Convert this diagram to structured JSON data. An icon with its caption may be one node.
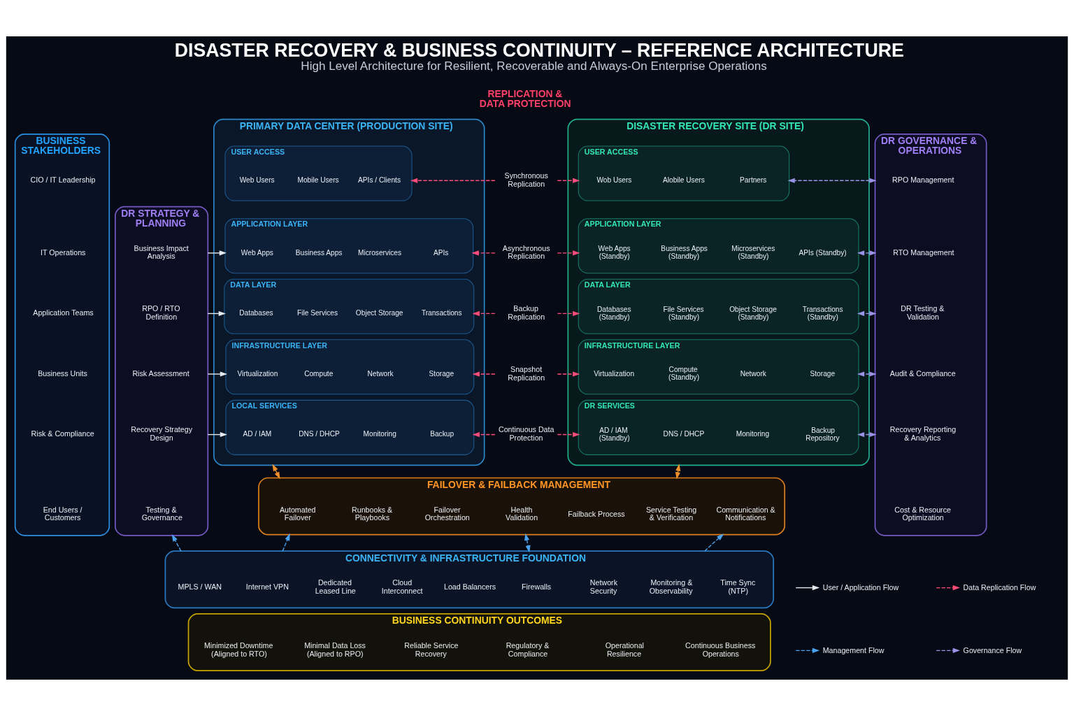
{
  "diagram": {
    "title": "DISASTER RECOVERY & BUSINESS CONTINUITY – REFERENCE ARCHITECTURE",
    "caption": "High Level Architecture for Resilient, Recoverable and Always-On Enterprise Operations",
    "nodes": [
      {
        "text": [
          "BUSINESS STAKEHOLDERS"
        ]
      },
      {
        "text": [
          "CIO / IT Leadership"
        ],
        "in": 0
      },
      {
        "text": [
          "IT Operations"
        ],
        "in": 0
      },
      {
        "text": [
          "Application Teams"
        ],
        "in": 0
      },
      {
        "text": [
          "Business Units"
        ],
        "in": 0
      },
      {
        "text": [
          "Risk & Compliance"
        ],
        "in": 0
      },
      {
        "text": [
          "End Users / Customers"
        ],
        "in": 0
      },
      {
        "text": [
          "DR STRATEGY & PLANNING"
        ]
      },
      {
        "text": [
          "Business Impact Analysis"
        ],
        "in": 7
      },
      {
        "text": [
          "RPO / RTO Definition"
        ],
        "in": 7
      },
      {
        "text": [
          "Risk Assessment"
        ],
        "in": 7
      },
      {
        "text": [
          "Recovery Strategy Design"
        ],
        "in": 7
      },
      {
        "text": [
          "Testing & Governance"
        ],
        "in": 7
      },
      {
        "text": [
          "PRIMARY DATA CENTER (PRODUCTION SITE)"
        ]
      },
      {
        "text": [
          "USER ACCESS"
        ],
        "in": 13
      },
      {
        "text": [
          "Web Users"
        ],
        "in": 14
      },
      {
        "text": [
          "Mobile Users"
        ],
        "in": 14
      },
      {
        "text": [
          "APIs / Clients"
        ],
        "in": 14
      },
      {
        "text": [
          "APPLICATION LAYER"
        ],
        "in": 13
      },
      {
        "text": [
          "Web Apps"
        ],
        "in": 18
      },
      {
        "text": [
          "Business Apps"
        ],
        "in": 18
      },
      {
        "text": [
          "Microservices"
        ],
        "in": 18
      },
      {
        "text": [
          "APIs"
        ],
        "in": 18
      },
      {
        "text": [
          "DATA LAYER"
        ],
        "in": 13
      },
      {
        "text": [
          "Databases"
        ],
        "in": 23
      },
      {
        "text": [
          "File Services"
        ],
        "in": 23
      },
      {
        "text": [
          "Object Storage"
        ],
        "in": 23
      },
      {
        "text": [
          "Transactions"
        ],
        "in": 23
      },
      {
        "text": [
          "INFRASTRUCTURE LAYER"
        ],
        "in": 13
      },
      {
        "text": [
          "Virtualization"
        ],
        "in": 28
      },
      {
        "text": [
          "Compute"
        ],
        "in": 28
      },
      {
        "text": [
          "Network"
        ],
        "in": 28
      },
      {
        "text": [
          "Storage"
        ],
        "in": 28
      },
      {
        "text": [
          "LOCAL SERVICES"
        ],
        "in": 13
      },
      {
        "text": [
          "AD / IAM"
        ],
        "in": 33
      },
      {
        "text": [
          "DNS / DHCP"
        ],
        "in": 33
      },
      {
        "text": [
          "Monitoring"
        ],
        "in": 33
      },
      {
        "text": [
          "Backup"
        ],
        "in": 33
      },
      {
        "text": [
          "Synchronous Replication"
        ]
      },
      {
        "text": [
          "Asynchronous Replication"
        ]
      },
      {
        "text": [
          "Backup Replication"
        ]
      },
      {
        "text": [
          "Snapshot Replication"
        ]
      },
      {
        "text": [
          "Continuous Data Protection"
        ]
      },
      {
        "text": [
          "DISASTER RECOVERY SITE (DR SITE)"
        ]
      },
      {
        "text": [
          "USER ACCESS"
        ],
        "in": 43
      },
      {
        "text": [
          "Wob Users"
        ],
        "in": 44
      },
      {
        "text": [
          "Alobile Users"
        ],
        "in": 44
      },
      {
        "text": [
          "Partners"
        ],
        "in": 44
      },
      {
        "text": [
          "APPLICATION LAYER"
        ],
        "in": 43
      },
      {
        "text": [
          "Web Apps (Standby)"
        ],
        "in": 48
      },
      {
        "text": [
          "Business Apps (Standby)"
        ],
        "in": 48
      },
      {
        "text": [
          "Microservices (Standby)"
        ],
        "in": 48
      },
      {
        "text": [
          "APIs (Standby)"
        ],
        "in": 48
      },
      {
        "text": [
          "DATA LAYER"
        ],
        "in": 43
      },
      {
        "text": [
          "Databases (Standby)"
        ],
        "in": 53
      },
      {
        "text": [
          "File Services (Standby)"
        ],
        "in": 53
      },
      {
        "text": [
          "Object Storage (Standby)"
        ],
        "in": 53
      },
      {
        "text": [
          "Transactions (Standby)"
        ],
        "in": 53
      },
      {
        "text": [
          "INFRASTRUCTURE LAYER"
        ],
        "in": 43
      },
      {
        "text": [
          "Virtualization"
        ],
        "in": 58
      },
      {
        "text": [
          "Compute (Standby)"
        ],
        "in": 58
      },
      {
        "text": [
          "Network"
        ],
        "in": 58
      },
      {
        "text": [
          "Storage"
        ],
        "in": 58
      },
      {
        "text": [
          "DR SERVICES"
        ],
        "in": 43
      },
      {
        "text": [
          "AD / IAM (Standby)"
        ],
        "in": 63
      },
      {
        "text": [
          "DNS / DHCP"
        ],
        "in": 63
      },
      {
        "text": [
          "Monitoring"
        ],
        "in": 63
      },
      {
        "text": [
          "Backup Repository"
        ],
        "in": 63
      },
      {
        "text": [
          "DR GOVERNANCE & OPERATIONS"
        ]
      },
      {
        "text": [
          "RPO Management"
        ],
        "in": 68
      },
      {
        "text": [
          "RTO Management"
        ],
        "in": 68
      },
      {
        "text": [
          "DR Testing & Validation"
        ],
        "in": 68
      },
      {
        "text": [
          "Audit & Compliance"
        ],
        "in": 68
      },
      {
        "text": [
          "Recovery Reporting & Analytics"
        ],
        "in": 68
      },
      {
        "text": [
          "Cost & Resource Optimization"
        ],
        "in": 68
      },
      {
        "text": [
          "FAILOVER & FAILBACK MANAGEMENT"
        ]
      },
      {
        "text": [
          "Automated Failover"
        ],
        "in": 75
      },
      {
        "text": [
          "Runbooks & Playbooks"
        ],
        "in": 75
      },
      {
        "text": [
          "Failover Orchestration"
        ],
        "in": 75
      },
      {
        "text": [
          "Health Validation"
        ],
        "in": 75
      },
      {
        "text": [
          "Failback Process"
        ],
        "in": 75
      },
      {
        "text": [
          "Service Testing & Verification"
        ],
        "in": 75
      },
      {
        "text": [
          "Communication & Notifications"
        ],
        "in": 75
      },
      {
        "text": [
          "CONNECTIVITY & INFRASTRUCTURE FOUNDATION"
        ]
      },
      {
        "text": [
          "MPLS / WAN"
        ],
        "in": 83
      },
      {
        "text": [
          "Internet VPN"
        ],
        "in": 83
      },
      {
        "text": [
          "Dedicated Leased Line"
        ],
        "in": 83
      },
      {
        "text": [
          "Cloud Interconnect"
        ],
        "in": 83
      },
      {
        "text": [
          "Load Balancers"
        ],
        "in": 83
      },
      {
        "text": [
          "Firewalls"
        ],
        "in": 83
      },
      {
        "text": [
          "Network Security"
        ],
        "in": 83
      },
      {
        "text": [
          "Monitoring & Observability"
        ],
        "in": 83
      },
      {
        "text": [
          "Time Sync (NTP)"
        ],
        "in": 83
      },
      {
        "text": [
          "BUSINESS CONTINUITY OUTCOMES"
        ]
      },
      {
        "text": [
          "Minimized Downtime (Aligned to RTO)"
        ],
        "in": 93
      },
      {
        "text": [
          "Minimal Data Loss (Aligned to RPO)"
        ],
        "in": 93
      },
      {
        "text": [
          "Reliable Service Recovery"
        ],
        "in": 93
      },
      {
        "text": [
          "Regulatory & Compliance"
        ],
        "in": 93
      },
      {
        "text": [
          "Operational Resilience"
        ],
        "in": 93
      },
      {
        "text": [
          "Continuous Business Operations"
        ],
        "in": 93
      }
    ],
    "edges": [
      {
        "from": 7,
        "to": 18,
        "arrow": "to",
        "color": "#e6e9ef"
      },
      {
        "from": 7,
        "to": 23,
        "arrow": "to",
        "color": "#e6e9ef"
      },
      {
        "from": 7,
        "to": 28,
        "arrow": "to",
        "color": "#e6e9ef"
      },
      {
        "from": 7,
        "to": 33,
        "arrow": "to",
        "color": "#e6e9ef"
      },
      {
        "from": 38,
        "to": 14,
        "arrow": "to",
        "style": "dashed"
      },
      {
        "from": 38,
        "to": 44,
        "arrow": "to",
        "style": "dashed"
      },
      {
        "from": 39,
        "to": 18,
        "arrow": "to",
        "style": "dashed"
      },
      {
        "from": 39,
        "to": 48,
        "arrow": "to",
        "style": "dashed"
      },
      {
        "from": 40,
        "to": 23,
        "arrow": "to",
        "style": "dashed"
      },
      {
        "from": 40,
        "to": 53,
        "arrow": "to",
        "style": "dashed"
      },
      {
        "from": 41,
        "to": 28,
        "arrow": "to",
        "style": "dashed"
      },
      {
        "from": 41,
        "to": 58,
        "arrow": "to",
        "style": "dashed"
      },
      {
        "from": 42,
        "to": 33,
        "arrow": "to",
        "style": "dashed"
      },
      {
        "from": 42,
        "to": 63,
        "arrow": "to",
        "style": "dashed"
      },
      {
        "from": 68,
        "to": 44,
        "arrow": "both",
        "style": "dashed",
        "color": "#9a93e6"
      },
      {
        "from": 68,
        "to": 48,
        "arrow": "both",
        "style": "dashed",
        "color": "#9a93e6"
      },
      {
        "from": 68,
        "to": 53,
        "arrow": "both",
        "style": "dashed",
        "color": "#9a93e6"
      },
      {
        "from": 68,
        "to": 58,
        "arrow": "both",
        "style": "dashed",
        "color": "#9a93e6"
      },
      {
        "from": 68,
        "to": 63,
        "arrow": "both",
        "style": "dashed",
        "color": "#9a93e6"
      },
      {
        "from": 13,
        "to": 75,
        "arrow": "both",
        "style": "dashed",
        "color": "#f0902a"
      },
      {
        "from": 43,
        "to": 75,
        "arrow": "both",
        "style": "dashed",
        "color": "#f0902a"
      },
      {
        "from": 83,
        "to": 7,
        "arrow": "to",
        "style": "dashed",
        "color": "#4aa3f0"
      },
      {
        "from": 75,
        "to": 83,
        "arrow": "both",
        "style": "dashed",
        "color": "#4aa3f0"
      },
      {
        "from": 83,
        "to": 75,
        "arrow": "to",
        "style": "dashed",
        "color": "#4aa3f0"
      },
      {
        "from": 83,
        "to": 75,
        "arrow": "to",
        "style": "dashed",
        "color": "#4aa3f0"
      }
    ],
    "labels": [
      "REPLICATION & DATA PROTECTION"
    ],
    "legend": [
      {
        "text": "User / Application Flow"
      },
      {
        "text": "Data Replication Flow"
      },
      {
        "text": "Management Flow"
      },
      {
        "text": "Governance Flow"
      }
    ]
  }
}
